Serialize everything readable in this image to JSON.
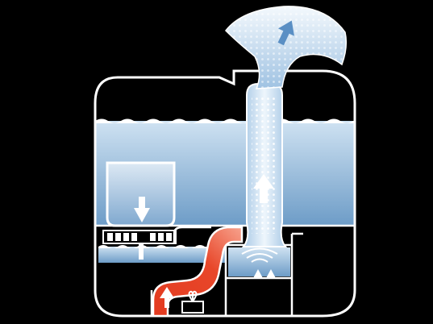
{
  "diagram": {
    "colors": {
      "background": "#000000",
      "outline": "#ffffff",
      "water_light": "#cfe2f2",
      "water_deep": "#6d9cc7",
      "mist": "#e4f0fa",
      "warm_air": "#e8472a",
      "warm_air_light": "#f59078",
      "arrow": "#ffffff"
    },
    "parts": {
      "tank": "water-tank",
      "reservoir": "water-reservoir",
      "transducer": "ultrasonic-transducer",
      "fan": "fan",
      "duct": "warm-air-duct",
      "column": "mist-column",
      "outlet": "mist-outlet"
    },
    "icons": [
      "arrow-down-icon",
      "arrow-up-icon",
      "ultrasonic-waves-icon",
      "fan-icon"
    ]
  }
}
